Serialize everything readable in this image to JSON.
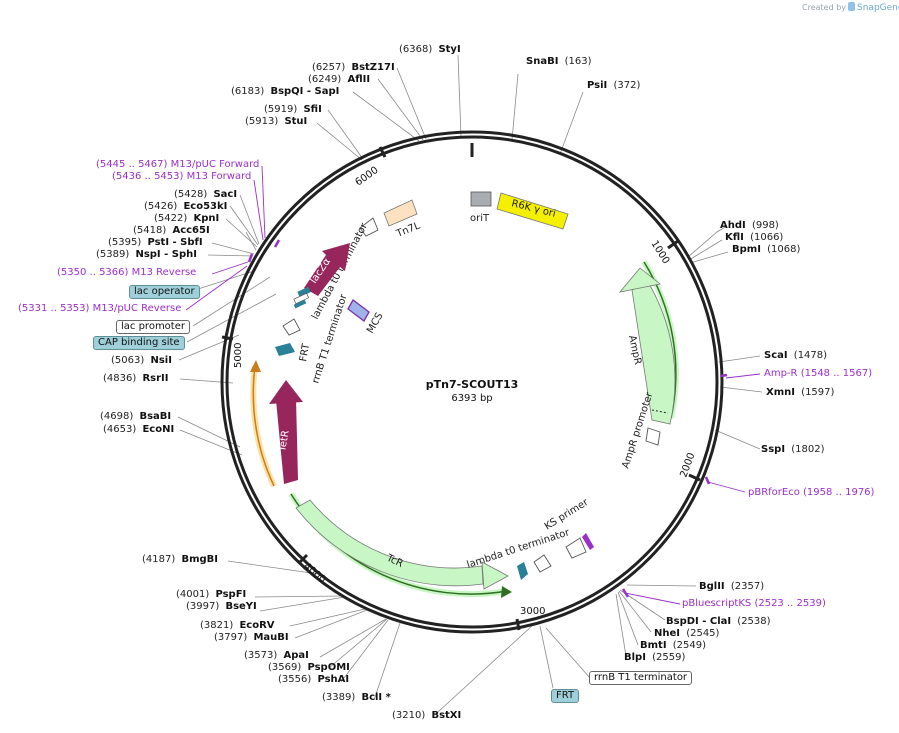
{
  "brand": {
    "prefix": "Created by",
    "name": "SnapGene"
  },
  "plasmid": {
    "name": "pTn7-SCOUT13",
    "length": "6393 bp"
  },
  "ticks": [
    "1000",
    "2000",
    "3000",
    "4000",
    "5000",
    "6000"
  ],
  "enzymes": [
    {
      "name": "SnaBI",
      "pos": "(163)"
    },
    {
      "name": "PsiI",
      "pos": "(372)"
    },
    {
      "name": "AhdI",
      "pos": "(998)"
    },
    {
      "name": "KflI",
      "pos": "(1066)"
    },
    {
      "name": "BpmI",
      "pos": "(1068)"
    },
    {
      "name": "ScaI",
      "pos": "(1478)"
    },
    {
      "name": "XmnI",
      "pos": "(1597)"
    },
    {
      "name": "SspI",
      "pos": "(1802)"
    },
    {
      "name": "BglII",
      "pos": "(2357)"
    },
    {
      "name": "BspDI - ClaI",
      "pos": "(2538)"
    },
    {
      "name": "NheI",
      "pos": "(2545)"
    },
    {
      "name": "BmtI",
      "pos": "(2549)"
    },
    {
      "name": "BlpI",
      "pos": "(2559)"
    },
    {
      "name": "BstXI",
      "pos": "(3210)"
    },
    {
      "name": "BclI *",
      "pos": "(3389)"
    },
    {
      "name": "PshAI",
      "pos": "(3556)"
    },
    {
      "name": "PspOMI",
      "pos": "(3569)"
    },
    {
      "name": "ApaI",
      "pos": "(3573)"
    },
    {
      "name": "MauBI",
      "pos": "(3797)"
    },
    {
      "name": "EcoRV",
      "pos": "(3821)"
    },
    {
      "name": "BseYI",
      "pos": "(3997)"
    },
    {
      "name": "PspFI",
      "pos": "(4001)"
    },
    {
      "name": "BmgBI",
      "pos": "(4187)"
    },
    {
      "name": "EcoNI",
      "pos": "(4653)"
    },
    {
      "name": "BsaBI",
      "pos": "(4698)"
    },
    {
      "name": "RsrII",
      "pos": "(4836)"
    },
    {
      "name": "NsiI",
      "pos": "(5063)"
    },
    {
      "name": "NspI - SphI",
      "pos": "(5389)"
    },
    {
      "name": "PstI - SbfI",
      "pos": "(5395)"
    },
    {
      "name": "Acc65I",
      "pos": "(5418)"
    },
    {
      "name": "KpnI",
      "pos": "(5422)"
    },
    {
      "name": "Eco53kI",
      "pos": "(5426)"
    },
    {
      "name": "SacI",
      "pos": "(5428)"
    },
    {
      "name": "StuI",
      "pos": "(5913)"
    },
    {
      "name": "SfiI",
      "pos": "(5919)"
    },
    {
      "name": "BspQI - SapI",
      "pos": "(6183)"
    },
    {
      "name": "AflII",
      "pos": "(6249)"
    },
    {
      "name": "BstZ17I",
      "pos": "(6257)"
    },
    {
      "name": "StyI",
      "pos": "(6368)"
    }
  ],
  "primers": [
    {
      "name": "Amp-R",
      "pos": "(1548 .. 1567)"
    },
    {
      "name": "pBRforEco",
      "pos": "(1958 .. 1976)"
    },
    {
      "name": "pBluescriptKS",
      "pos": "(2523 .. 2539)"
    },
    {
      "name": "M13/pUC Forward",
      "pos": "(5445 .. 5467)"
    },
    {
      "name": "M13 Forward",
      "pos": "(5436 .. 5453)"
    },
    {
      "name": "M13 Reverse",
      "pos": "(5350 .. 5366)"
    },
    {
      "name": "M13/pUC Reverse",
      "pos": "(5331 .. 5353)"
    }
  ],
  "boxes": [
    {
      "name": "lac operator",
      "style": "teal"
    },
    {
      "name": "lac promoter",
      "style": "white"
    },
    {
      "name": "CAP binding site",
      "style": "teal"
    },
    {
      "name": "FRT",
      "style": "teal"
    },
    {
      "name": "rrnB T1 terminator",
      "style": "white"
    }
  ],
  "features": {
    "r6k": "R6K γ ori",
    "orit": "oriT",
    "tn7l": "Tn7L",
    "lambda_t0_top": "lambda t0 terminator",
    "laczalpha": "lacZα",
    "rrnb_inner": "rrnB T1 terminator",
    "mcs": "MCS",
    "frt_inner": "FRT",
    "tetr": "TetR",
    "tcr": "TcR",
    "lambda_t0_bottom": "lambda t0 terminator",
    "ks_primer": "KS primer",
    "ampr": "AmpR",
    "ampr_promoter": "AmpR promoter"
  },
  "colors": {
    "backbone": "#222222",
    "enzyme_line": "#8a8a8a",
    "primer": "#9b2fc9",
    "r6k": "#f5ef00",
    "resistance": "#c8f7c5",
    "laczalpha": "#96265c",
    "tetr": "#96265c",
    "terminator": "#2a8096",
    "tn7": "#fde1c0",
    "orit": "#a9adb2",
    "mcs": "#9fb3e8",
    "orf_green": "#2f6f1f",
    "orf_orange": "#c97d1c"
  }
}
